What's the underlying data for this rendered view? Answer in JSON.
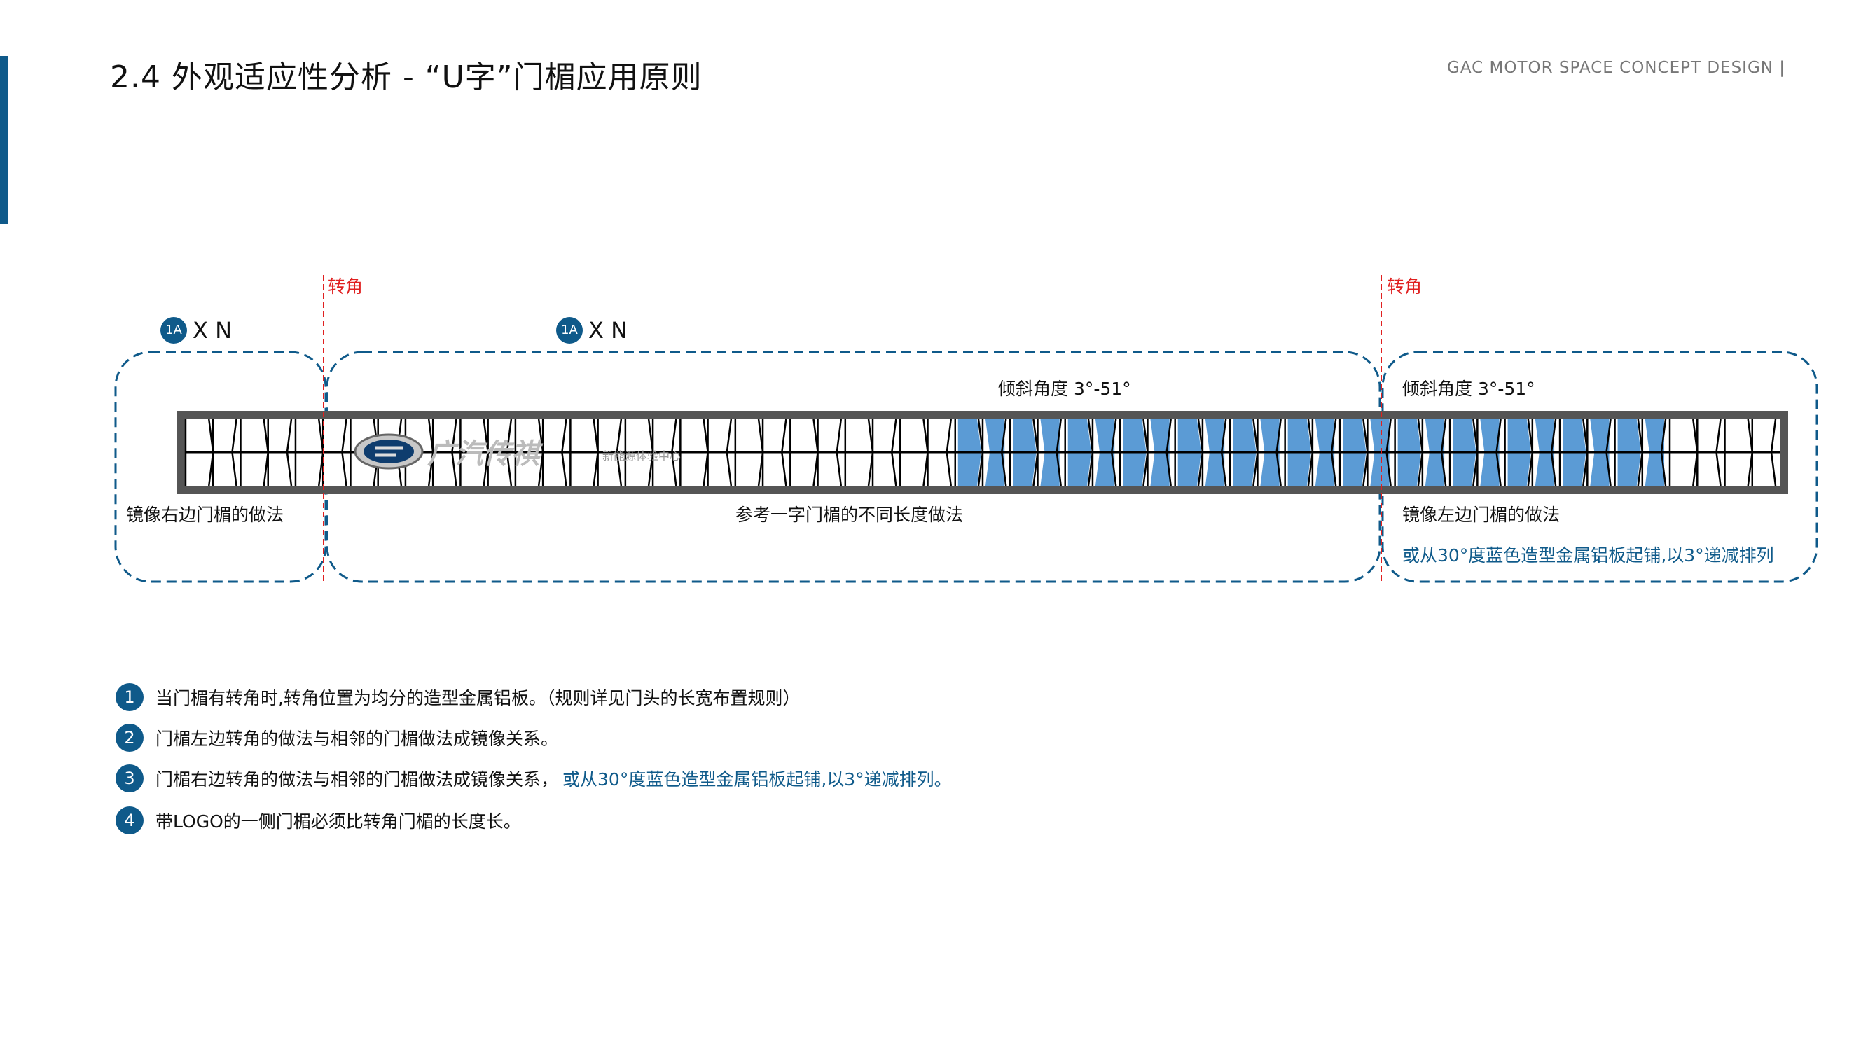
{
  "header": {
    "title": "2.4 外观适应性分析  -  “U字”门楣应用原则",
    "brand": "GAC MOTOR SPACE CONCEPT DESIGN  |"
  },
  "diagram": {
    "corner_label": "转角",
    "unit_badge": "1A",
    "unit_multiplier": "X N",
    "tilt_label": "倾斜角度 3°-51°",
    "left_caption": "镜像右边门楣的做法",
    "middle_caption": "参考一字门楣的不同长度做法",
    "right_caption": "镜像左边门楣的做法",
    "right_note": "或从30°度蓝色造型金属铝板起铺,以3°递减排列",
    "logo_text": "广汽传祺",
    "logo_sub": "新能源体验中心",
    "panels": {
      "count": 58,
      "blue_start": 28,
      "blue_end": 53
    },
    "colors": {
      "accent": "#0f5a8a",
      "panel_blue": "#5b9bd5",
      "frame": "#555555",
      "corner_line": "#e02020"
    }
  },
  "rules": [
    {
      "num": "1",
      "text": "当门楣有转角时,转角位置为均分的造型金属铝板。（规则详见门头的长宽布置规则）",
      "highlight": ""
    },
    {
      "num": "2",
      "text": "门楣左边转角的做法与相邻的门楣做法成镜像关系。",
      "highlight": ""
    },
    {
      "num": "3",
      "text": "门楣右边转角的做法与相邻的门楣做法成镜像关系，",
      "highlight": "或从30°度蓝色造型金属铝板起铺,以3°递减排列。"
    },
    {
      "num": "4",
      "text": "带LOGO的一侧门楣必须比转角门楣的长度长。",
      "highlight": ""
    }
  ]
}
